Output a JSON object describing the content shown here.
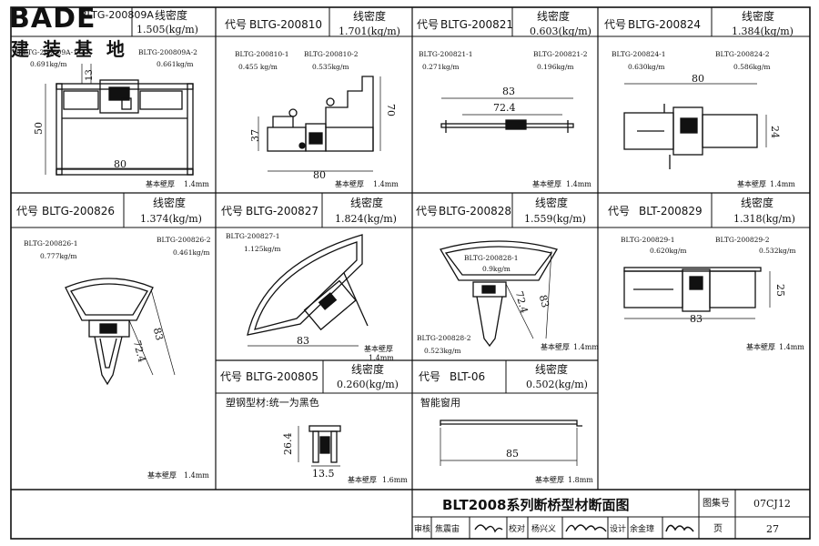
{
  "logo": {
    "text": "BADE",
    "subtitle": "建 装 基 地"
  },
  "common": {
    "density_label": "线密度",
    "code_prefix": "代号",
    "wall_thickness_label": "基本壁厚"
  },
  "panels": [
    {
      "code": "BLTG-200809A",
      "density": "1.505(kg/m)",
      "parts": [
        {
          "name": "BLTG-200809A-1",
          "weight": "0.691kg/m"
        },
        {
          "name": "BLTG-200809A-2",
          "weight": "0.661kg/m"
        }
      ],
      "dims": [
        "13",
        "50",
        "80"
      ],
      "wall": "1.4mm"
    },
    {
      "code": "BLTG-200810",
      "density": "1.701(kg/m)",
      "parts": [
        {
          "name": "BLTG-200810-1",
          "weight": "0.455 kg/m"
        },
        {
          "name": "BLTG-200810-2",
          "weight": "0.535kg/m"
        }
      ],
      "dims": [
        "37",
        "70",
        "80"
      ],
      "wall": "1.4mm"
    },
    {
      "code": "BLTG-200821",
      "density": "0.603(kg/m)",
      "parts": [
        {
          "name": "BLTG-200821-1",
          "weight": "0.271kg/m"
        },
        {
          "name": "BLTG-200821-2",
          "weight": "0.196kg/m"
        }
      ],
      "dims": [
        "83",
        "72.4"
      ],
      "wall": "1.4mm"
    },
    {
      "code": "BLTG-200824",
      "density": "1.384(kg/m)",
      "parts": [
        {
          "name": "BLTG-200824-1",
          "weight": "0.630kg/m"
        },
        {
          "name": "BLTG-200824-2",
          "weight": "0.586kg/m"
        }
      ],
      "dims": [
        "80",
        "24"
      ],
      "wall": "1.4mm"
    },
    {
      "code": "BLTG-200826",
      "density": "1.374(kg/m)",
      "parts": [
        {
          "name": "BLTG-200826-1",
          "weight": "0.777kg/m"
        },
        {
          "name": "BLTG-200826-2",
          "weight": "0.461kg/m"
        }
      ],
      "dims": [
        "72.4",
        "83"
      ],
      "wall": "1.4mm"
    },
    {
      "code": "BLTG-200827",
      "density": "1.824(kg/m)",
      "parts": [
        {
          "name": "BLTG-200827-1",
          "weight": "1.125kg/m"
        }
      ],
      "dims": [
        "83"
      ],
      "wall": "1.4mm"
    },
    {
      "code": "BLTG-200828",
      "density": "1.559(kg/m)",
      "parts": [
        {
          "name": "BLTG-200828-1",
          "weight": "0.9kg/m"
        },
        {
          "name": "BLTG-200828-2",
          "weight": "0.523kg/m"
        }
      ],
      "dims": [
        "72.4",
        "83"
      ],
      "wall": "1.4mm"
    },
    {
      "code": "BLT-200829",
      "density": "1.318(kg/m)",
      "parts": [
        {
          "name": "BLTG-200829-1",
          "weight": "0.620kg/m"
        },
        {
          "name": "BLTG-200829-2",
          "weight": "0.532kg/m"
        }
      ],
      "dims": [
        "25",
        "83"
      ],
      "wall": "1.4mm"
    },
    {
      "code": "BLTG-200805",
      "density": "0.260(kg/m)",
      "note": "塑钢型材:统一为黑色",
      "dims": [
        "26.4",
        "13.5"
      ],
      "wall": "1.6mm"
    },
    {
      "code": "BLT-06",
      "density": "0.502(kg/m)",
      "note": "智能窗用",
      "dims": [
        "85"
      ],
      "wall": "1.8mm"
    }
  ],
  "title_block": {
    "title": "BLT2008系列断桥型材断面图",
    "atlas_label": "图集号",
    "atlas_no": "07CJ12",
    "review_label": "审核",
    "reviewer": "焦震宙",
    "check_label": "校对",
    "checker": "杨兴义",
    "design_label": "设计",
    "designer": "余金璋",
    "page_label": "页",
    "page_no": "27"
  },
  "colors": {
    "line": "#111111",
    "logo": "#1a1a1a"
  }
}
